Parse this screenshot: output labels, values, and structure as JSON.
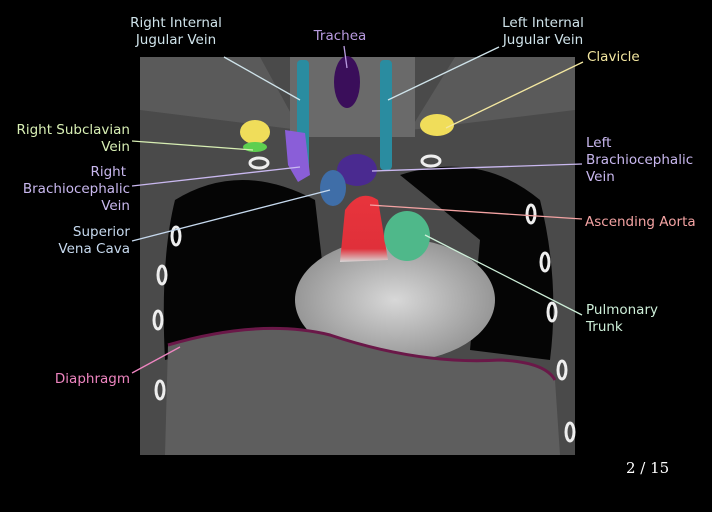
{
  "labels": {
    "right_internal_jugular": [
      "Right Internal",
      "Jugular Vein"
    ],
    "trachea": "Trachea",
    "left_internal_jugular": [
      "Left Internal",
      "Jugular Vein"
    ],
    "clavicle": "Clavicle",
    "right_subclavian": [
      "Right Subclavian",
      "Vein"
    ],
    "right_brachiocephalic": [
      "Right",
      "Brachiocephalic",
      "Vein"
    ],
    "left_brachiocephalic": [
      "Left",
      "Brachiocephalic",
      "Vein"
    ],
    "superior_vena_cava": [
      "Superior",
      "Vena Cava"
    ],
    "ascending_aorta": "Ascending Aorta",
    "pulmonary_trunk": [
      "Pulmonary",
      "Trunk"
    ],
    "diaphragm": "Diaphragm"
  },
  "colors": {
    "jugular": "#cfe3ea",
    "trachea": "#b99be0",
    "clavicle": "#f3e7a0",
    "subclavian": "#d8efb4",
    "brachio": "#c9b8ef",
    "svc": "#c6d9ee",
    "aorta": "#f4a3a3",
    "pulmonary": "#cdeed8",
    "diaphragm": "#ee85c0"
  },
  "pager": {
    "current": 2,
    "total": 15,
    "text": "2 / 15"
  }
}
